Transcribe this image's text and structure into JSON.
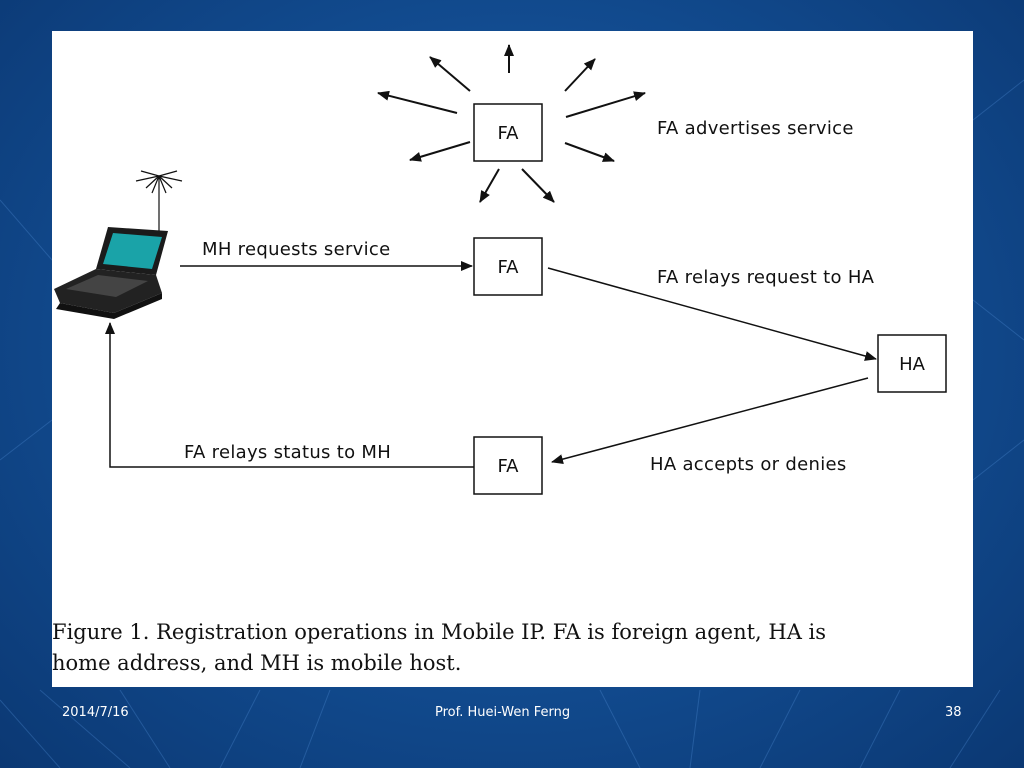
{
  "diagram": {
    "nodes": {
      "fa_top": "FA",
      "fa_mid": "FA",
      "fa_bottom": "FA",
      "ha": "HA"
    },
    "edges": {
      "advertise": "FA advertises service",
      "request": "MH requests service",
      "relay_request": "FA relays request to HA",
      "accept_deny": "HA accepts or denies",
      "relay_status": "FA relays status to MH"
    }
  },
  "caption": {
    "line1": "Figure 1. Registration operations  in Mobile IP. FA is foreign agent, HA is",
    "line2": "home address, and MH is mobile host."
  },
  "footer": {
    "date": "2014/7/16",
    "author": "Prof. Huei-Wen Ferng",
    "page": "38"
  },
  "colors": {
    "background": "#134f95",
    "panel": "#ffffff",
    "laptop_screen": "#1aa3a8"
  }
}
